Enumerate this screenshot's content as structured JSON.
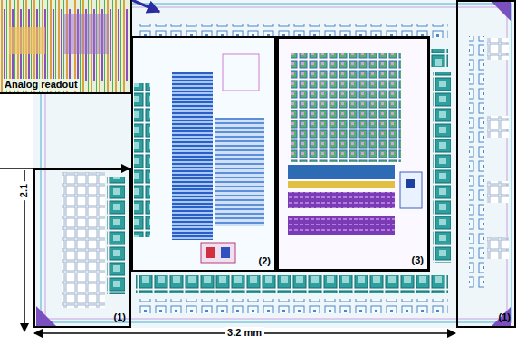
{
  "diagram": {
    "nodes": [
      {
        "text": [
          "Analog readout"
        ]
      },
      {
        "text": [
          "(1)"
        ]
      },
      {
        "text": [
          "(2)"
        ]
      },
      {
        "text": [
          "(3)"
        ]
      },
      {
        "text": [
          "(1)"
        ]
      }
    ],
    "edges": [],
    "labels": [
      "2.1",
      "3.2 mm"
    ]
  }
}
